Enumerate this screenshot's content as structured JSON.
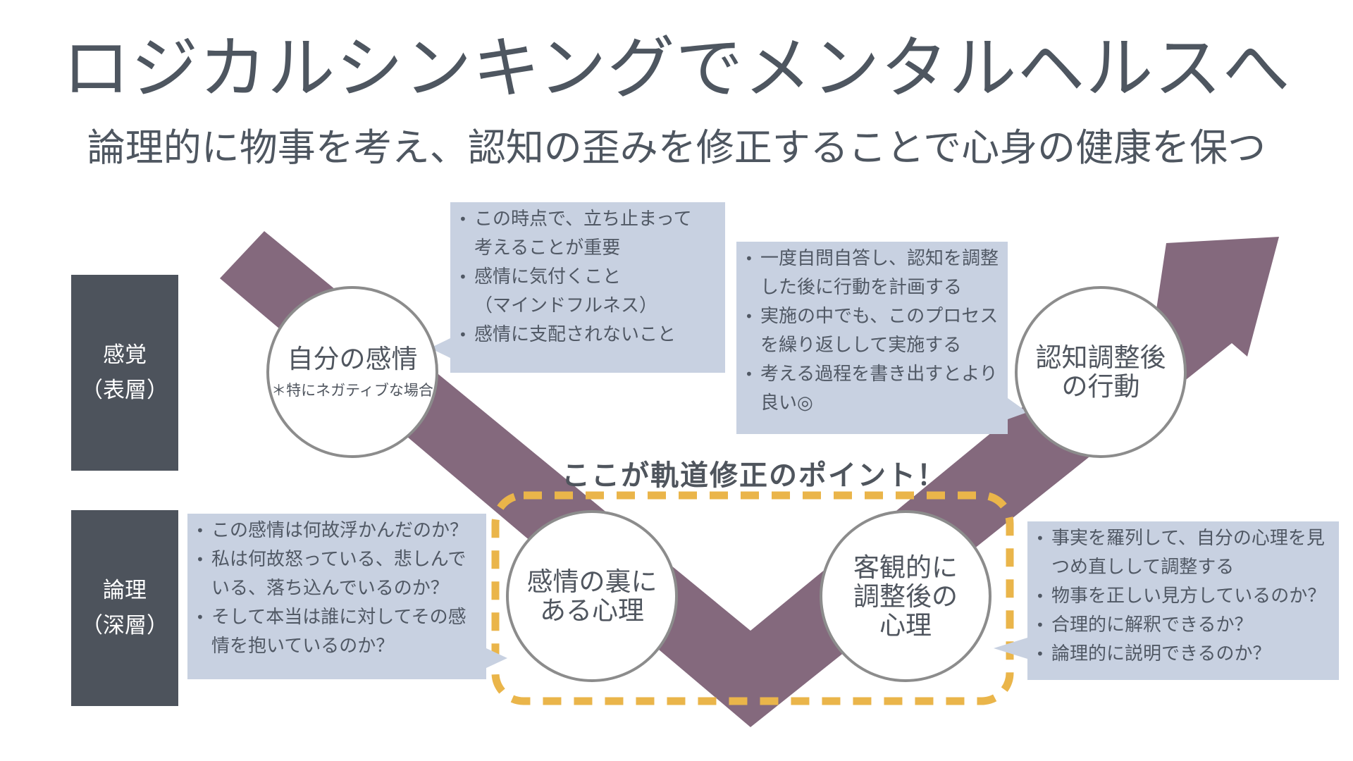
{
  "header": {
    "title": "ロジカルシンキングでメンタルヘルスへ",
    "subtitle": "論理的に物事を考え、認知の歪みを修正することで心身の健康を保つ"
  },
  "layers": {
    "surface": "感覚\n（表層）",
    "deep": "論理\n（深層）"
  },
  "nodes": {
    "own_emotion": {
      "title": "自分の感情",
      "note": "＊特にネガティブな場合"
    },
    "psychology_behind": {
      "title": "感情の裏に\nある心理"
    },
    "objective_psychology": {
      "title": "客観的に\n調整後の\n心理"
    },
    "action_after": {
      "title": "認知調整後\nの行動"
    }
  },
  "callout": "ここが軌道修正のポイント！",
  "boxes": {
    "top_left": [
      "この時点で、立ち止まって\n考えることが重要",
      "感情に気付くこと\n（マインドフルネス）",
      "感情に支配されないこと"
    ],
    "top_right": [
      "一度自問自答し、認知を調整\nした後に行動を計画する",
      "実施の中でも、このプロセス\nを繰り返しして実施する",
      "考える過程を書き出すとより\n良い◎"
    ],
    "bottom_left": [
      "この感情は何故浮かんだのか？",
      "私は何故怒っている、悲しんで\nいる、落ち込んでいるのか？",
      "そして本当は誰に対してその感\n情を抱いているのか？"
    ],
    "bottom_right": [
      "事実を羅列して、自分の心理を見\nつめ直しして調整する",
      "物事を正しい見方しているのか？",
      "合理的に解釈できるか？",
      "論理的に説明できるのか？"
    ]
  },
  "colors": {
    "arrow": "#84697d",
    "box_fill": "#c8d1e1",
    "label_fill": "#4d535c",
    "dash": "#eab54a",
    "text": "#4e5660"
  }
}
